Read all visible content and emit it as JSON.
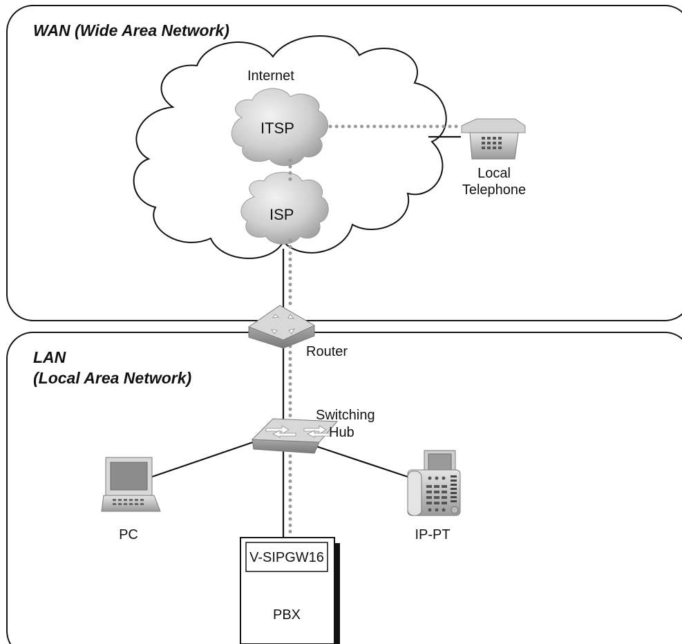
{
  "regions": {
    "wan": {
      "title": "WAN (Wide Area Network)"
    },
    "lan": {
      "title_line1": "LAN",
      "title_line2": "(Local Area Network)"
    }
  },
  "nodes": {
    "internet": {
      "label": "Internet"
    },
    "itsp": {
      "label": "ITSP"
    },
    "isp": {
      "label": "ISP"
    },
    "local_telephone": {
      "label_line1": "Local",
      "label_line2": "Telephone"
    },
    "router": {
      "label": "Router"
    },
    "switching_hub": {
      "label_line1": "Switching",
      "label_line2": "Hub"
    },
    "pc": {
      "label": "PC"
    },
    "ip_pt": {
      "label": "IP-PT"
    },
    "pbx": {
      "label": "PBX",
      "card_label": "V-SIPGW16"
    }
  },
  "links": {
    "solid": [
      "internet-router",
      "internet-local_telephone",
      "router-switching_hub",
      "switching_hub-pbx",
      "switching_hub-pc",
      "switching_hub-ip_pt"
    ],
    "dotted": [
      "itsp-local_telephone",
      "itsp-isp",
      "isp-router",
      "router-switching_hub",
      "switching_hub-pbx"
    ]
  },
  "colors": {
    "line": "#111111",
    "dotted": "#9a9a9a",
    "device_gray": "#bdbdbd"
  }
}
